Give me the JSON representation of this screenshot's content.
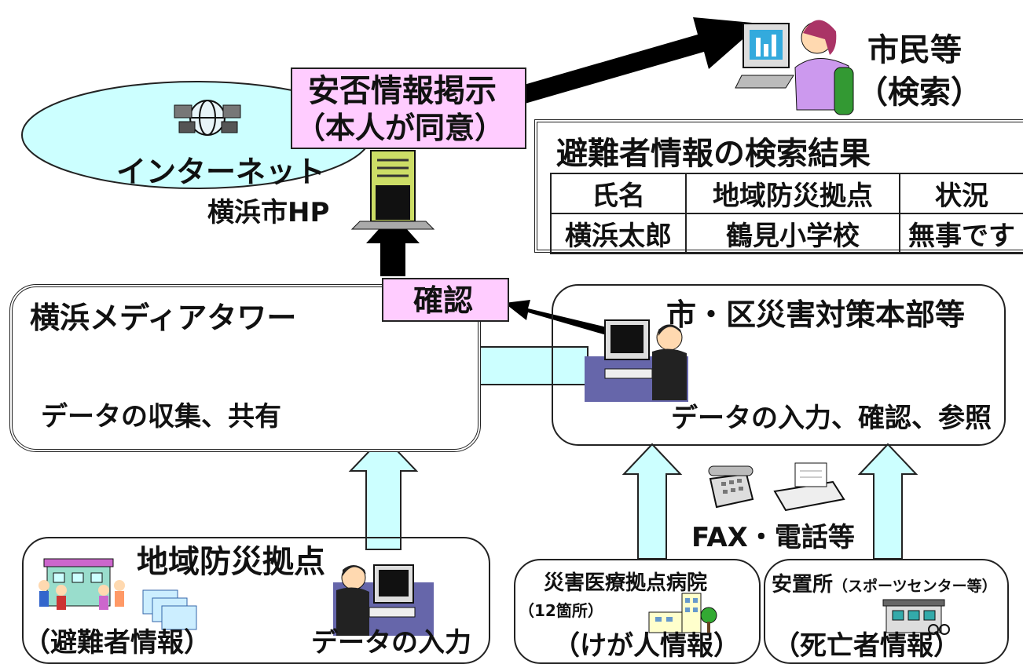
{
  "internet": {
    "label": "インターネット"
  },
  "publish": {
    "line1": "安否情報掲示",
    "line2": "（本人が同意）"
  },
  "citizens": {
    "line1": "市民等",
    "line2": "（検索）"
  },
  "hp": {
    "label": "横浜市HP"
  },
  "results": {
    "title": "避難者情報の検索結果",
    "headers": [
      "氏名",
      "地域防災拠点",
      "状況"
    ],
    "row": [
      "横浜太郎",
      "鶴見小学校",
      "無事です"
    ]
  },
  "confirm": {
    "label": "確認"
  },
  "media_tower": {
    "title": "横浜メディアタワー",
    "caption": "データの収集、共有"
  },
  "hq": {
    "title": "市・区災害対策本部等",
    "caption": "データの入力、確認、参照"
  },
  "fax": {
    "label": "FAX・電話等"
  },
  "base": {
    "title": "地域防災拠点",
    "left": "（避難者情報）",
    "right": "データの入力"
  },
  "hospital": {
    "title": "災害医療拠点病院",
    "count": "（12箇所）",
    "info": "（けが人情報）"
  },
  "morgue": {
    "title": "安置所",
    "sub": "（スポーツセンター等）",
    "info": "（死亡者情報）"
  },
  "colors": {
    "pink": "#ffccff",
    "arrow_fill": "#ccffff",
    "ellipse": "#ccffff"
  }
}
